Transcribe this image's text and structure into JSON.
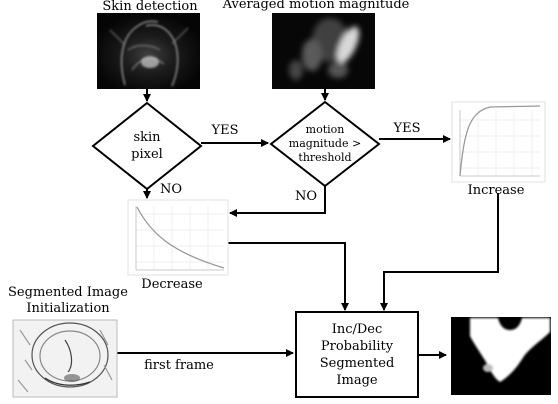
{
  "labels": {
    "skin_detection": "Skin detection",
    "averaged_motion": "Averaged motion magnitude",
    "segmented_init_line1": "Segmented Image",
    "segmented_init_line2": "Initialization",
    "increase": "Increase",
    "decrease": "Decrease",
    "first_frame": "first frame"
  },
  "decisions": {
    "skin": {
      "line1": "skin",
      "line2": "pixel"
    },
    "motion": {
      "line1": "motion",
      "line2": "magnitude >",
      "line3": "threshold"
    }
  },
  "edges": {
    "skin_yes": "YES",
    "skin_no": "NO",
    "motion_yes": "YES",
    "motion_no": "NO"
  },
  "process_box": {
    "line1": "Inc/Dec",
    "line2": "Probability",
    "line3": "Segmented",
    "line4": "Image"
  },
  "colors": {
    "ink": "#000000",
    "curve": "#9a9a9a",
    "panel_dark": "#050505"
  }
}
